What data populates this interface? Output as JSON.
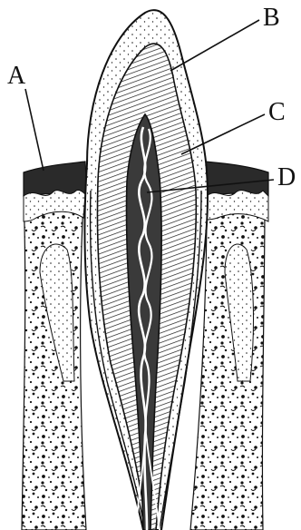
{
  "labels": {
    "a": "A",
    "b": "B",
    "c": "C",
    "d": "D"
  },
  "colors": {
    "ink": "#111111",
    "paper": "#ffffff",
    "gum": "#2a2a2a",
    "pulp": "#3a3a3a"
  }
}
